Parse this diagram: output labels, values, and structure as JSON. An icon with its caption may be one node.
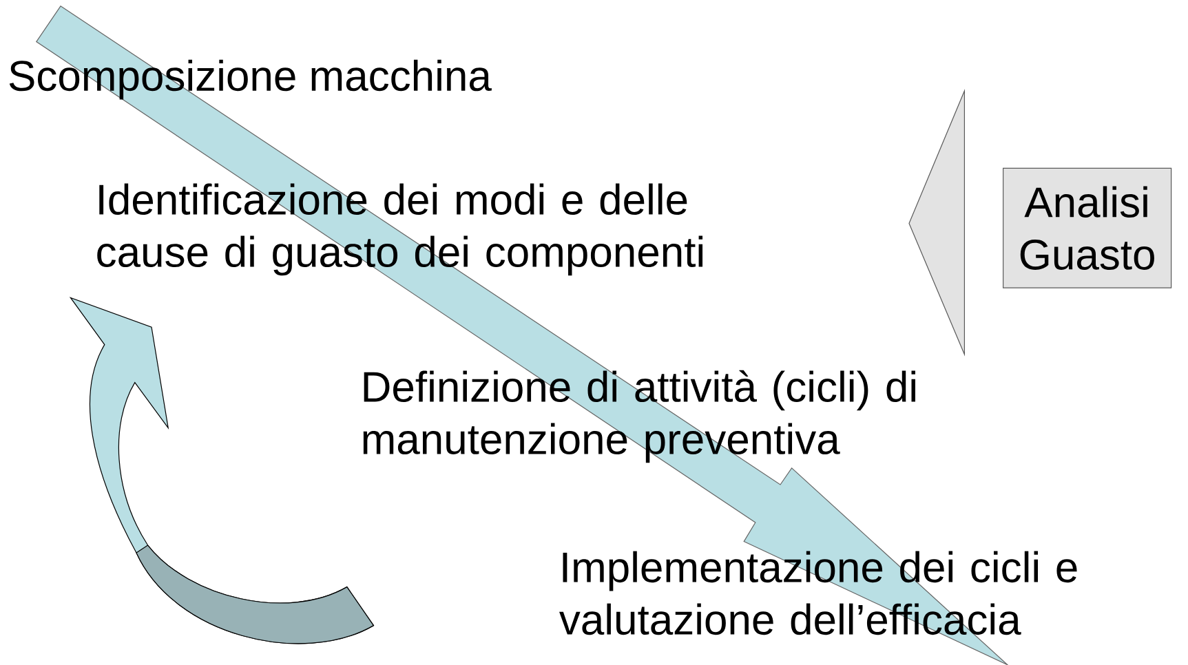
{
  "diagram": {
    "nodes": [
      {
        "text": [
          "Scomposizione macchina"
        ]
      },
      {
        "text": [
          "Identificazione dei modi e delle cause di guasto dei componenti"
        ]
      },
      {
        "text": [
          "Definizione di attività (cicli) di manutenzione preventiva"
        ]
      },
      {
        "text": [
          "Implementazione dei cicli e valutazione dell’efficacia"
        ]
      },
      {
        "text": [
          "Analisi Guasto"
        ]
      }
    ],
    "edges": [
      {
        "from": 0,
        "to": 3,
        "arrow": "to"
      },
      {
        "from": 3,
        "to": 1,
        "arrow": "to"
      }
    ]
  }
}
